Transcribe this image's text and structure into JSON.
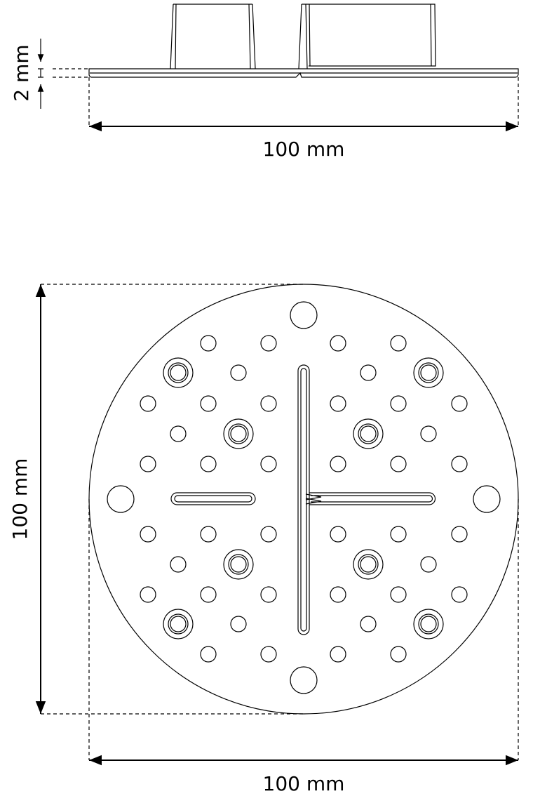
{
  "side_view": {
    "thickness_label": "2 mm",
    "width_label": "100 mm"
  },
  "top_view": {
    "height_label": "100 mm",
    "width_label": "100 mm"
  },
  "colors": {
    "line": "#000000",
    "background": "#ffffff"
  }
}
